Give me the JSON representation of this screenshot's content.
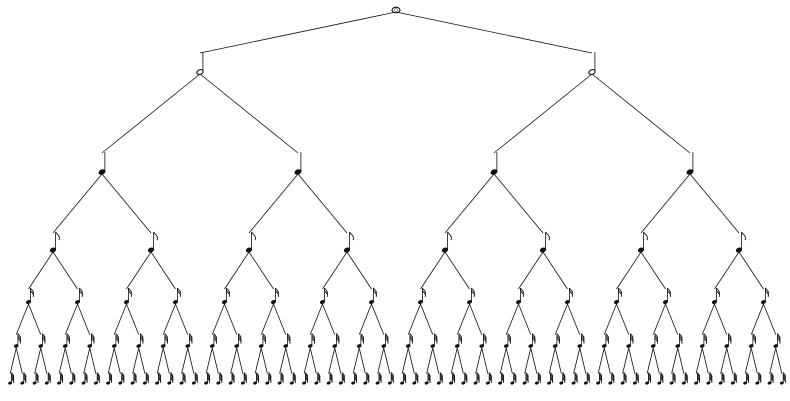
{
  "diagram": {
    "type": "binary-tree",
    "subject": "note-value-subdivision",
    "levels": [
      {
        "note": "whole-note",
        "count": 1
      },
      {
        "note": "half-note",
        "count": 2
      },
      {
        "note": "quarter-note",
        "count": 4
      },
      {
        "note": "eighth-note",
        "count": 8
      },
      {
        "note": "sixteenth-note",
        "count": 16
      },
      {
        "note": "thirty-second-note",
        "count": 32
      },
      {
        "note": "sixty-fourth-note",
        "count": 64
      }
    ],
    "colors": {
      "ink": "#111111",
      "background": "#ffffff"
    }
  }
}
